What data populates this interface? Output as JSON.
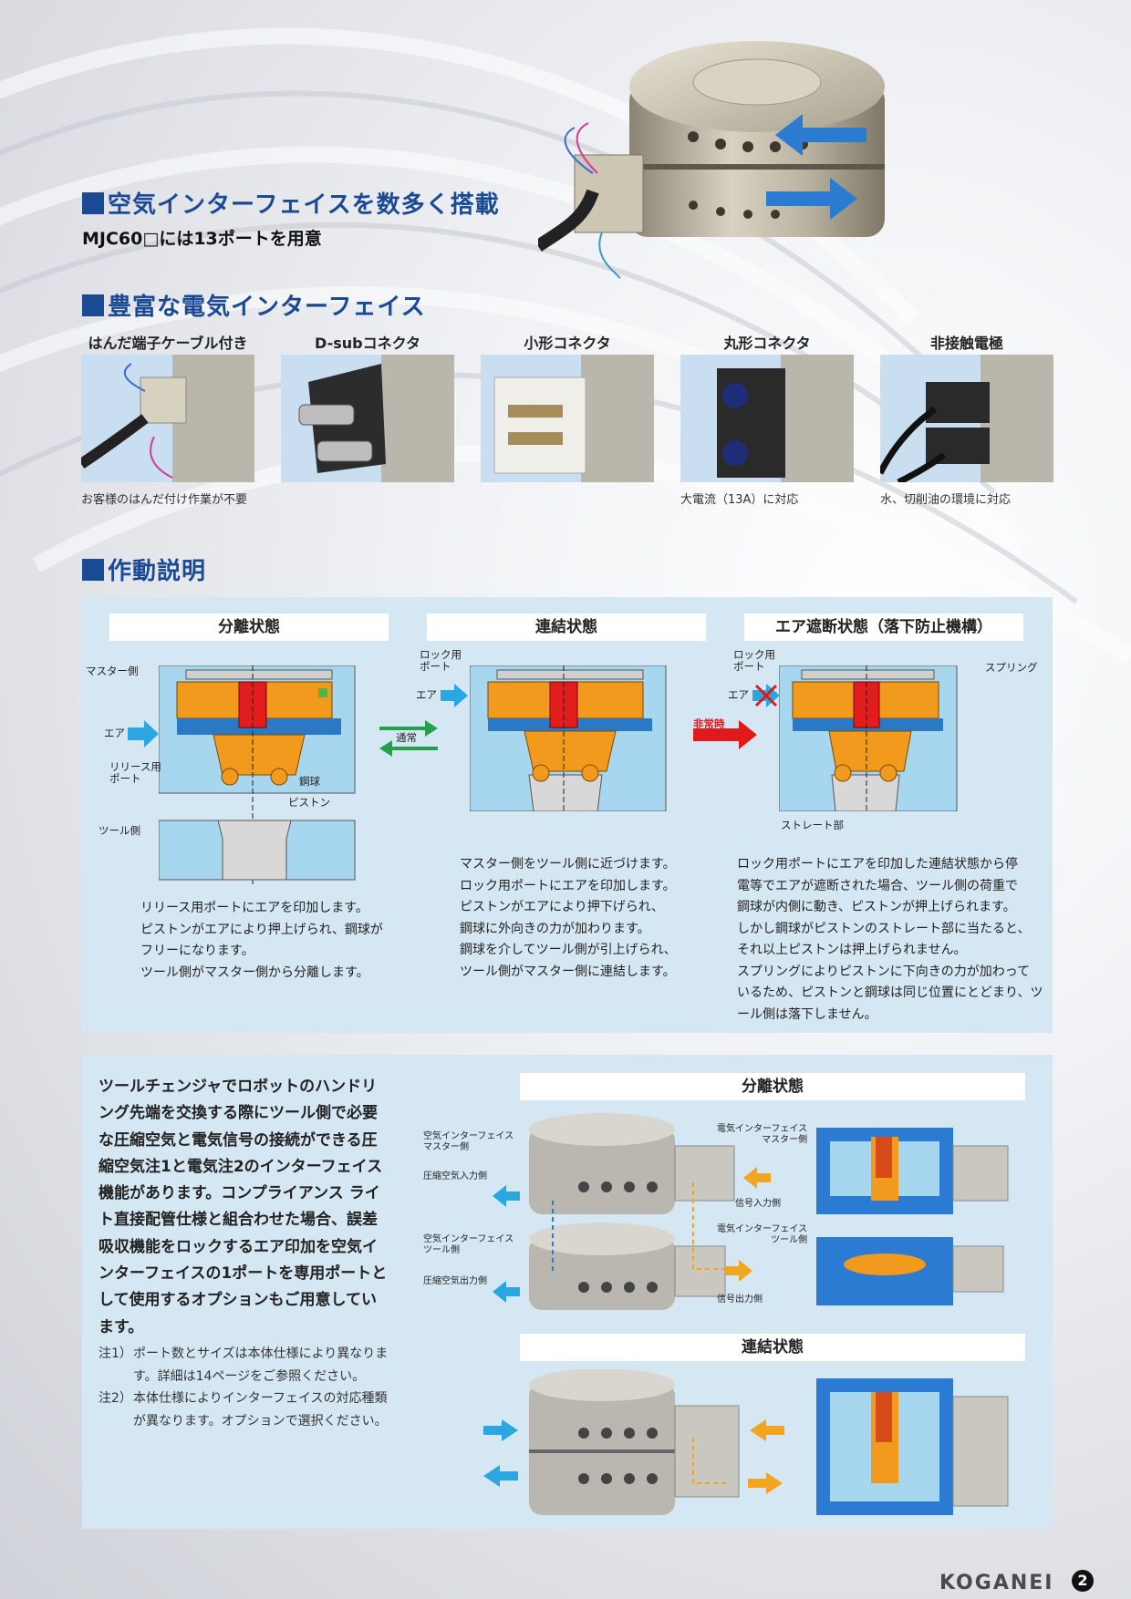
{
  "section1": {
    "title": "空気インターフェイスを数多く搭載",
    "subtitle": "MJC60□には13ポートを用意"
  },
  "section2": {
    "title": "豊富な電気インターフェイス",
    "connectors": [
      {
        "label": "はんだ端子ケーブル付き",
        "note": "お客様のはんだ付け作業が不要"
      },
      {
        "label": "D-subコネクタ",
        "note": ""
      },
      {
        "label": "小形コネクタ",
        "note": ""
      },
      {
        "label": "丸形コネクタ",
        "note": "大電流（13A）に対応"
      },
      {
        "label": "非接触電極",
        "note": "水、切削油の環境に対応"
      }
    ]
  },
  "section3": {
    "title": "作動説明",
    "states": [
      {
        "title": "分離状態",
        "desc": "リリース用ポートにエアを印加します。\nピストンがエアにより押上げられ、鋼球が\nフリーになります。\nツール側がマスター側から分離します。"
      },
      {
        "title": "連結状態",
        "desc": "マスター側をツール側に近づけます。\nロック用ポートにエアを印加します。\nピストンがエアにより押下げられ、\n鋼球に外向きの力が加わります。\n鋼球を介してツール側が引上げられ、\nツール側がマスター側に連結します。"
      },
      {
        "title": "エア遮断状態（落下防止機構）",
        "desc": "ロック用ポートにエアを印加した連結状態から停\n電等でエアが遮断された場合、ツール側の荷重で\n鋼球が内側に動き、ピストンが押上げられます。\nしかし鋼球がピストンのストレート部に当たると、\nそれ以上ピストンは押上げられません。\nスプリングによりピストンに下向きの力が加わって\nいるため、ピストンと鋼球は同じ位置にとどまり、ツ\nール側は落下しません。"
      }
    ],
    "labels": {
      "master_side": "マスター側",
      "air": "エア",
      "release_port": "リリース用\nポート",
      "steel_ball": "鋼球",
      "piston": "ピストン",
      "tool_side": "ツール側",
      "lock_port": "ロック用\nポート",
      "air2": "エア",
      "air3": "エア",
      "lock_port2": "ロック用\nポート",
      "spring": "スプリング",
      "straight": "ストレート部",
      "normal": "通常",
      "abnormal": "非常時"
    }
  },
  "section4": {
    "body": "ツールチェンジャでロボットのハンドリング先端を交換する際にツール側で必要な圧縮空気と電気信号の接続ができる圧縮空気注1と電気注2のインターフェイス機能があります。コンプライアンス ライト直接配管仕様と組合わせた場合、誤差吸収機能をロックするエア印加を空気インターフェイスの1ポートを専用ポートとして使用するオプションもご用意しています。",
    "notes": [
      {
        "key": "注1）",
        "text": "ポート数とサイズは本体仕様により異なります。詳細は14ページをご参照ください。"
      },
      {
        "key": "注2）",
        "text": "本体仕様によりインターフェイスの対応種類が異なります。オプションで選択ください。"
      }
    ],
    "state_separate": "分離状態",
    "state_connected": "連結状態",
    "labels": {
      "air_if_master": "空気インターフェイス\nマスター側",
      "air_in": "圧縮空気入力側",
      "air_if_tool": "空気インターフェイス\nツール側",
      "air_out": "圧縮空気出力側",
      "elec_if_master": "電気インターフェイス\nマスター側",
      "signal_in": "信号入力側",
      "elec_if_tool": "電気インターフェイス\nツール側",
      "signal_out": "信号出力側"
    }
  },
  "footer": {
    "logo": "KOGANEI",
    "page": "2"
  }
}
